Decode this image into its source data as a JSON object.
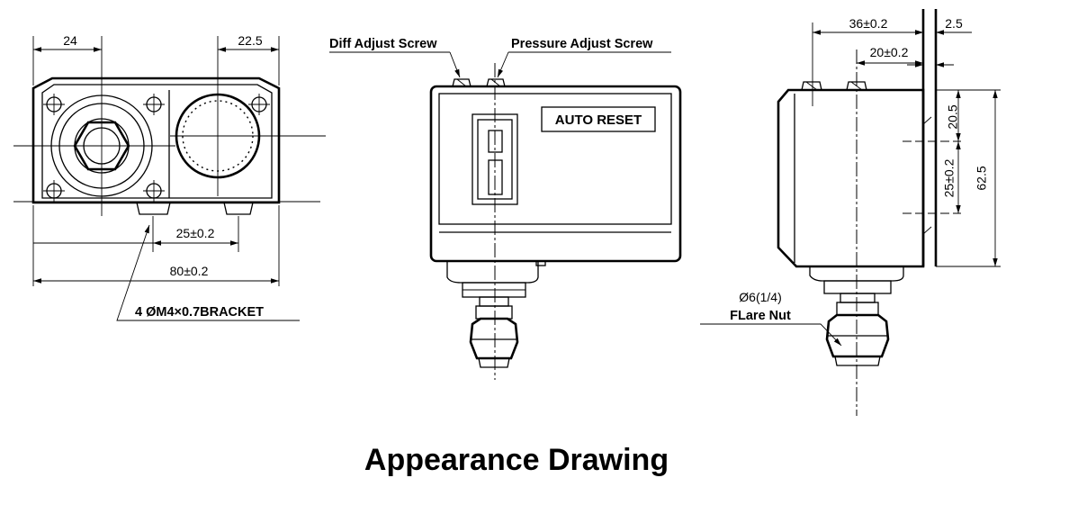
{
  "title": "Appearance Drawing",
  "front_view": {
    "dim_left": "24",
    "dim_right": "22.5",
    "dim_mount_spacing": "25±0.2",
    "dim_total_width": "80±0.2",
    "bracket_label": "4 ØM4×0.7BRACKET"
  },
  "center_view": {
    "diff_screw_label": "Diff Adjust Screw",
    "pressure_screw_label": "Pressure Adjust Screw",
    "badge": "AUTO RESET"
  },
  "side_view": {
    "dim_top": "36±0.2",
    "dim_top_inner": "20±0.2",
    "dim_wall": "2.5",
    "dim_upper": "20.5",
    "dim_mid": "25±0.2",
    "dim_height": "62.5",
    "nut_size": "Ø6(1/4)",
    "nut_label": "FLare Nut"
  },
  "colors": {
    "ink": "#000000",
    "paper": "#ffffff"
  }
}
